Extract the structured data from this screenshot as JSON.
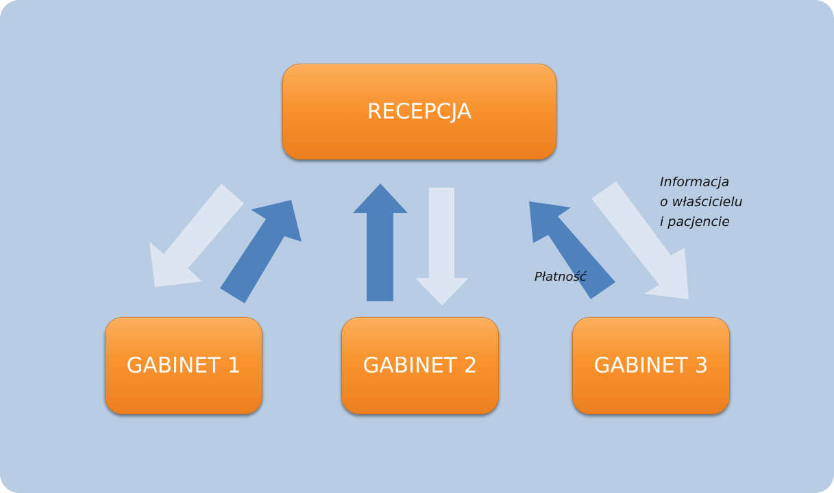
{
  "nodes": {
    "reception": "RECEPCJA",
    "office_1": "GABINET 1",
    "office_2": "GABINET 2",
    "office_3": "GABINET 3"
  },
  "annotations": {
    "info_lines": [
      "Informacja",
      "o właścicielu",
      "i pacjencie"
    ],
    "payment": "Płatność"
  },
  "colors": {
    "background": "#b8cce4",
    "box_orange": "#f8932e",
    "arrow_dark": "#4f81bd",
    "arrow_light": "#dce6f2"
  }
}
